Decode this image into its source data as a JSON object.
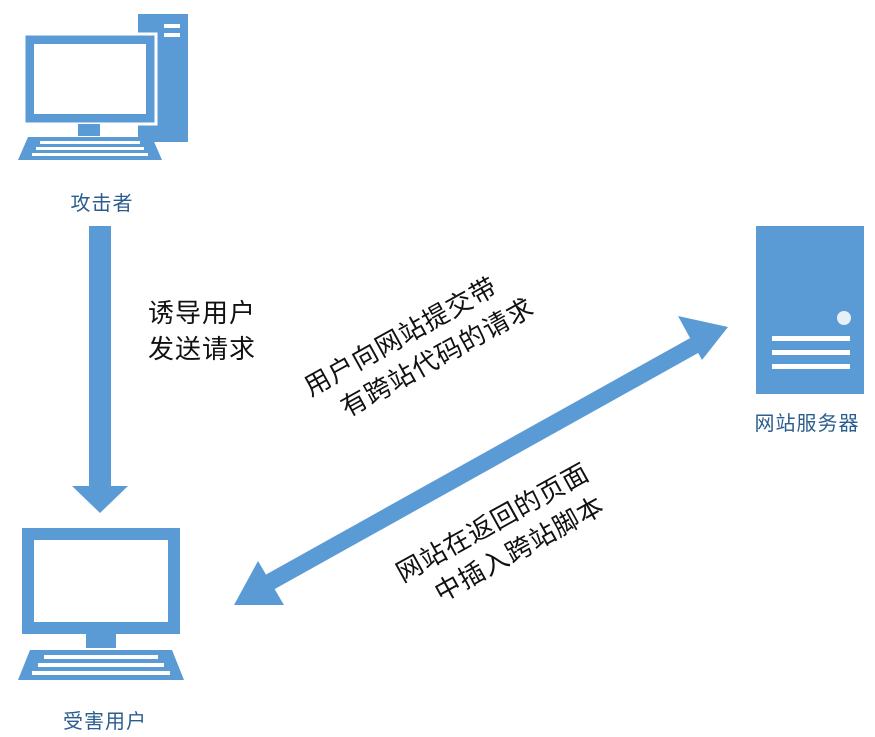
{
  "colors": {
    "accent": "#5b9bd5",
    "accent_dark": "#4a88c4",
    "screen": "#ffffff",
    "label": "#2c5d8f",
    "text": "#111111"
  },
  "nodes": {
    "attacker": {
      "label": "攻击者",
      "icon": "desktop-computer-icon"
    },
    "victim": {
      "label": "受害用户",
      "icon": "monitor-icon"
    },
    "server": {
      "label": "网站服务器",
      "icon": "server-icon"
    }
  },
  "edges": {
    "lure": {
      "lines": [
        "诱导用户",
        "发送请求"
      ]
    },
    "request": {
      "lines": [
        "用户向网站提交带",
        "有跨站代码的请求"
      ]
    },
    "response": {
      "lines": [
        "网站在返回的页面",
        "中插入跨站脚本"
      ]
    }
  }
}
